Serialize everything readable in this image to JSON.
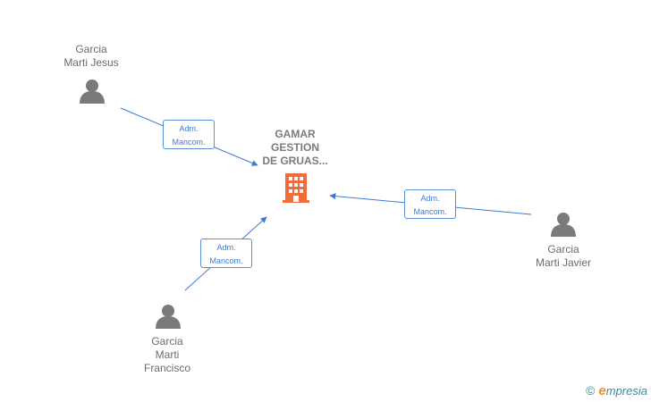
{
  "company": {
    "name": "GAMAR\nGESTION\nDE GRUAS..."
  },
  "people": [
    {
      "name": "Garcia\nMarti Jesus"
    },
    {
      "name": "Garcia\nMarti Javier"
    },
    {
      "name": "Garcia\nMarti\nFrancisco"
    }
  ],
  "relations": [
    {
      "label": "Adm.\nMancom."
    },
    {
      "label": "Adm.\nMancom."
    },
    {
      "label": "Adm.\nMancom."
    }
  ],
  "colors": {
    "edge": "#3d7bd3",
    "person": "#7a7a7a",
    "company": "#f26b3a",
    "brand": "#2f8fa0",
    "brand_accent": "#f08a24"
  },
  "watermark": {
    "symbol": "©",
    "brand_initial": "e",
    "brand_rest": "mpresia"
  }
}
